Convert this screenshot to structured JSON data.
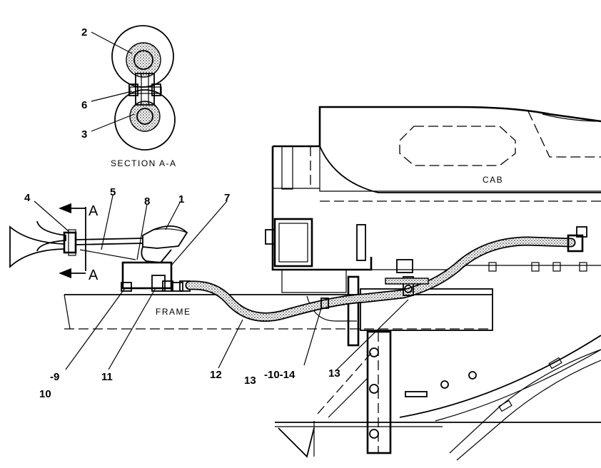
{
  "labels": {
    "section_title": "SECTION A-A",
    "cab": "CAB",
    "frame": "FRAME",
    "section_mark_top": "A",
    "section_mark_bottom": "A"
  },
  "callouts": {
    "c1": "1",
    "c2": "2",
    "c3": "3",
    "c4": "4",
    "c5": "5",
    "c6": "6",
    "c7": "7",
    "c8": "8",
    "c9": "-9",
    "c10": "10",
    "c11": "11",
    "c12": "12",
    "c13a": "13",
    "c10_14": "-10-14",
    "c13b": "13"
  }
}
